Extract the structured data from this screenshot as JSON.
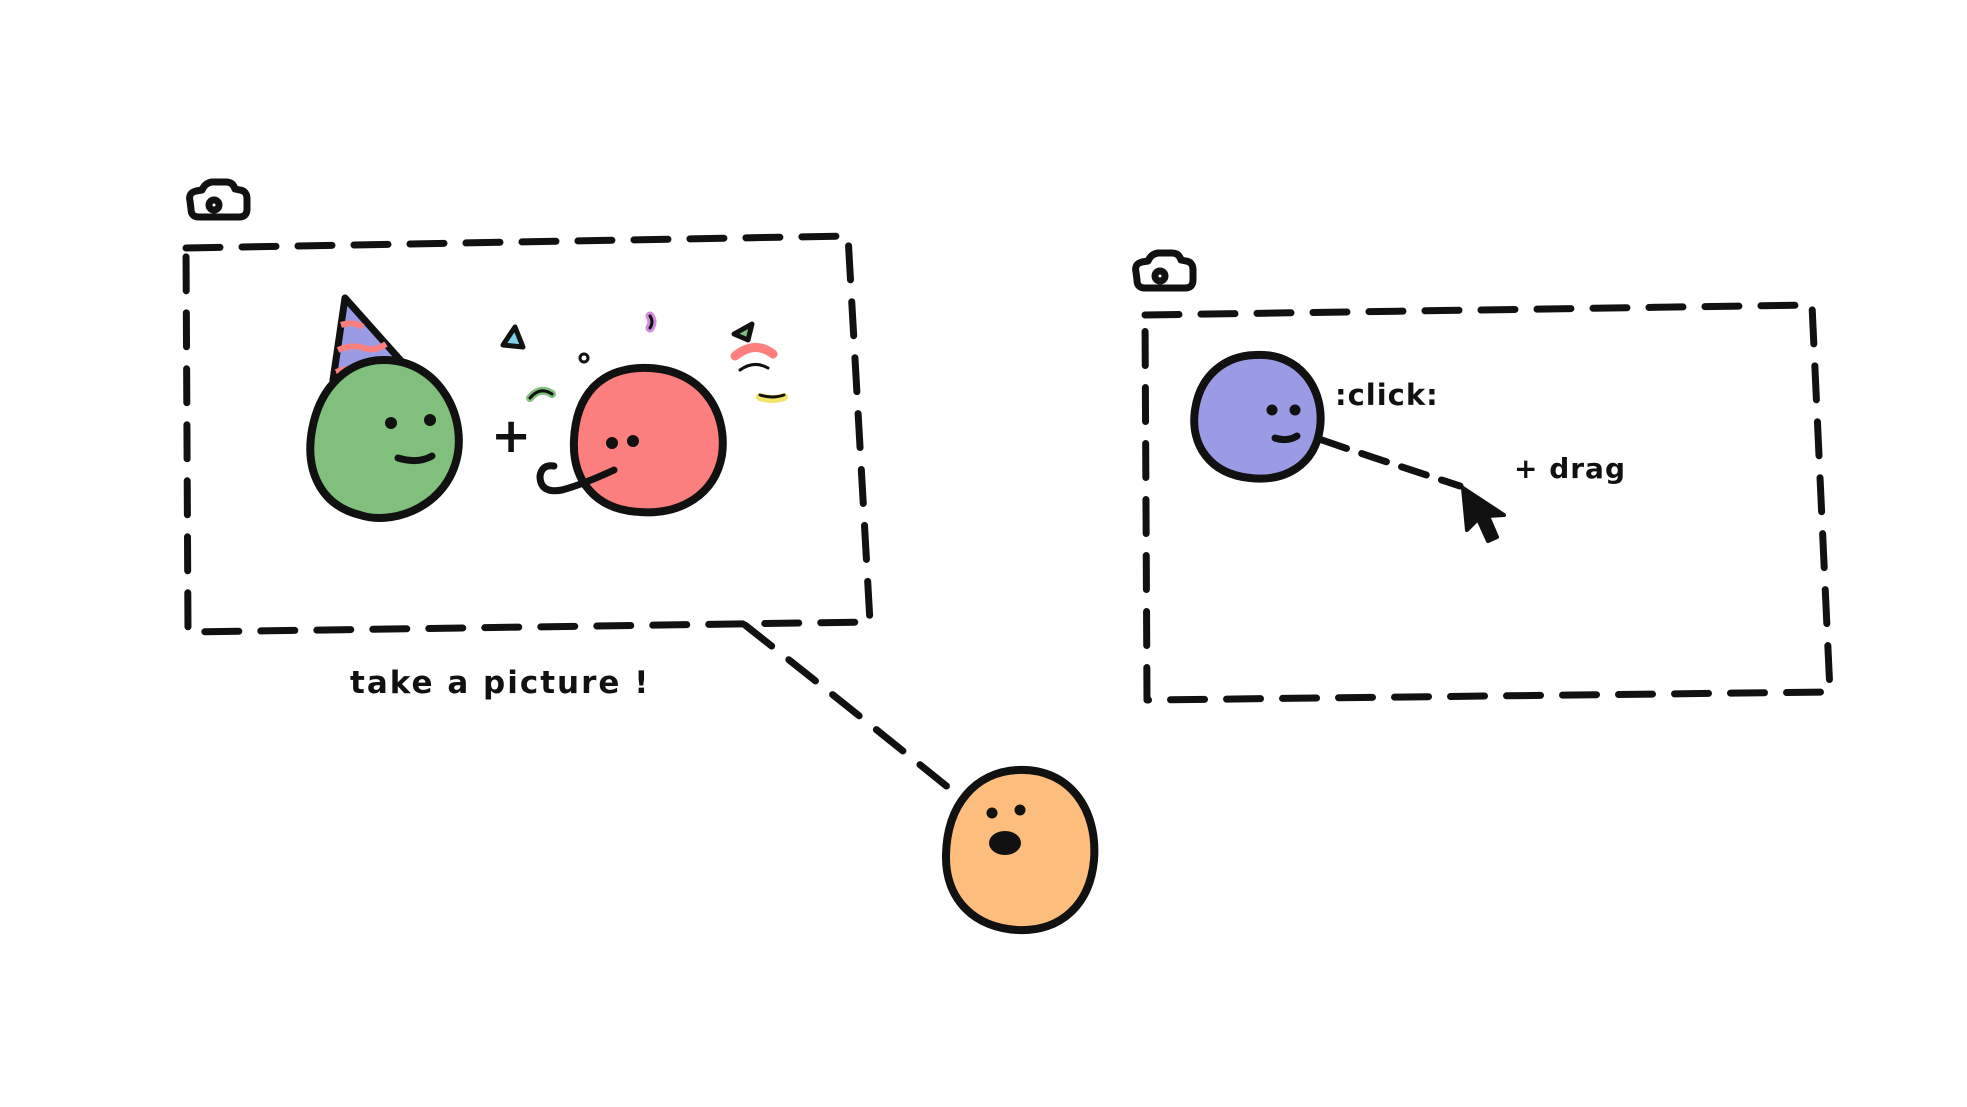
{
  "annotations": {
    "caption_left": "take a picture !",
    "click_label": ":click:",
    "drag_label": "+ drag",
    "plus_sign": "+"
  },
  "icons": {
    "camera_left": "camera-icon",
    "camera_right": "camera-icon",
    "cursor": "mouse-pointer-icon"
  },
  "colors": {
    "green_character": "#80bf7c",
    "red_character": "#fb7f7f",
    "purple_character": "#9b9be5",
    "orange_character": "#fdbd7c",
    "ink": "#111111"
  }
}
